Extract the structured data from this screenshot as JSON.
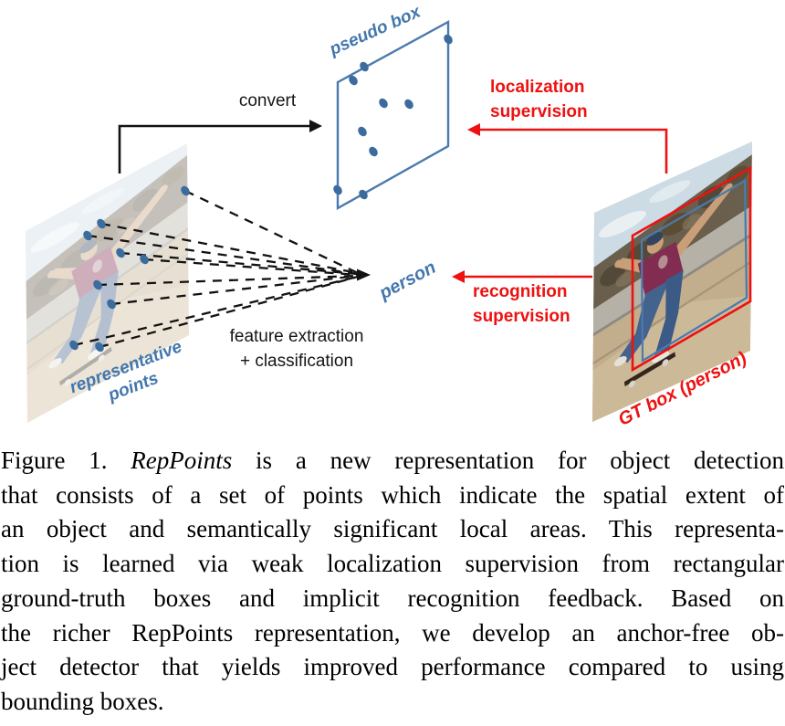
{
  "figure": {
    "labels": {
      "convert": "convert",
      "pseudo_box": "pseudo box",
      "localization_line1": "localization",
      "localization_line2": "supervision",
      "recognition_line1": "recognition",
      "recognition_line2": "supervision",
      "person": "person",
      "feature_line1": "feature extraction",
      "feature_line2": "+ classification",
      "representative_line1": "representative",
      "representative_line2": "points",
      "gt_box": "GT box (person)"
    },
    "colors": {
      "blue_accent": "#4377ad",
      "blue_dot": "#3c6c9e",
      "red_accent": "#ee1111",
      "black": "#161616"
    },
    "point_counts": {
      "representative_points": 9,
      "pseudo_box_points": 9
    }
  },
  "caption": {
    "line1_prefix": "Figure 1. ",
    "line1_italic": "RepPoints",
    "line1_rest": " is a new representation for object detection",
    "lines": [
      "that consists of a set of points which indicate the spatial extent of",
      "an object and semantically significant local areas. This representa-",
      "tion is learned via weak localization supervision from rectangular",
      "ground-truth boxes and implicit recognition feedback. Based on",
      "the richer RepPoints representation, we develop an anchor-free ob-",
      "ject detector that yields improved performance compared to using",
      "bounding boxes."
    ]
  }
}
